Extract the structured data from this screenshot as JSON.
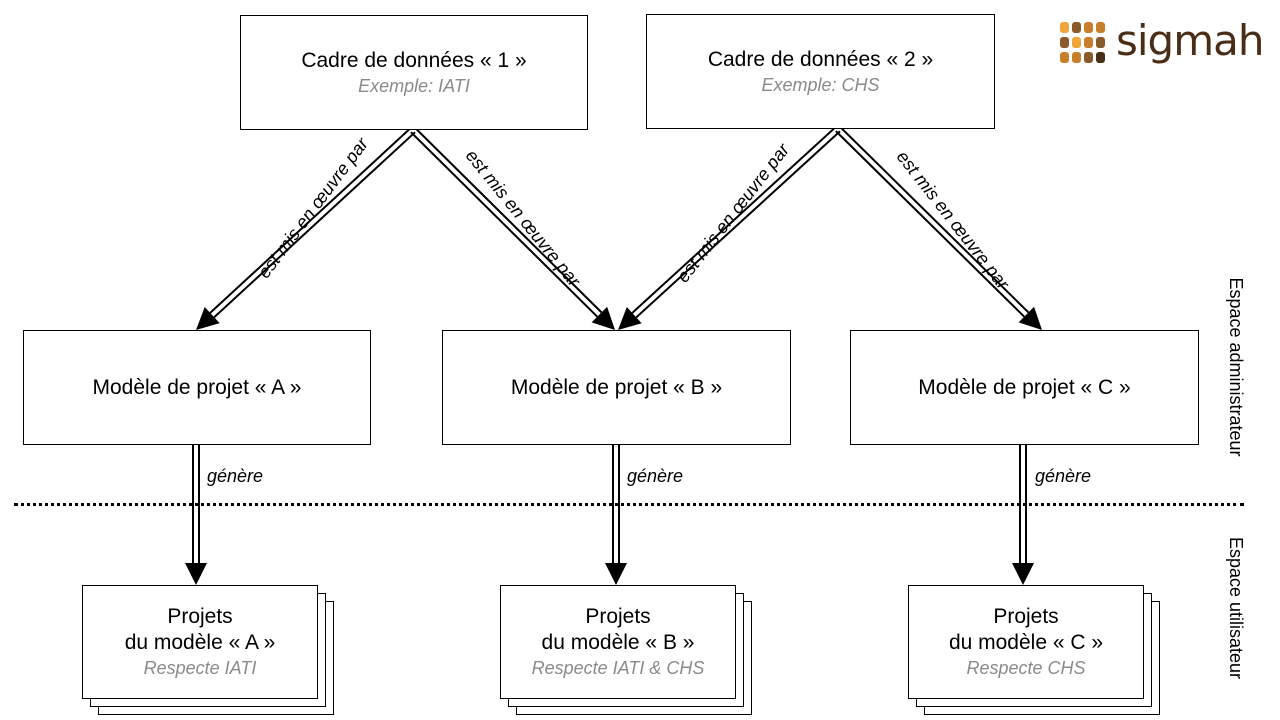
{
  "logo": {
    "text": "sigmah",
    "colors": [
      "#f0a63a",
      "#c87f2a",
      "#8a5a2b",
      "#4a2d17"
    ]
  },
  "frameworks": [
    {
      "title": "Cadre de données « 1 »",
      "example": "Exemple: IATI"
    },
    {
      "title": "Cadre de données « 2 »",
      "example": "Exemple: CHS"
    }
  ],
  "edge_labels": {
    "implemented_by": "est mis en œuvre par",
    "generates": "génère"
  },
  "models": [
    {
      "title": "Modèle de projet « A »"
    },
    {
      "title": "Modèle de projet « B »"
    },
    {
      "title": "Modèle de projet « C »"
    }
  ],
  "projects": [
    {
      "line1": "Projets",
      "line2": "du modèle « A »",
      "respect": "Respecte IATI"
    },
    {
      "line1": "Projets",
      "line2": "du modèle « B »",
      "respect": "Respecte IATI  & CHS"
    },
    {
      "line1": "Projets",
      "line2": "du modèle « C »",
      "respect": "Respecte CHS"
    }
  ],
  "spaces": {
    "admin": "Espace administrateur",
    "user": "Espace utilisateur"
  },
  "colors": {
    "line": "#000000",
    "muted_text": "#8a8a8a"
  }
}
